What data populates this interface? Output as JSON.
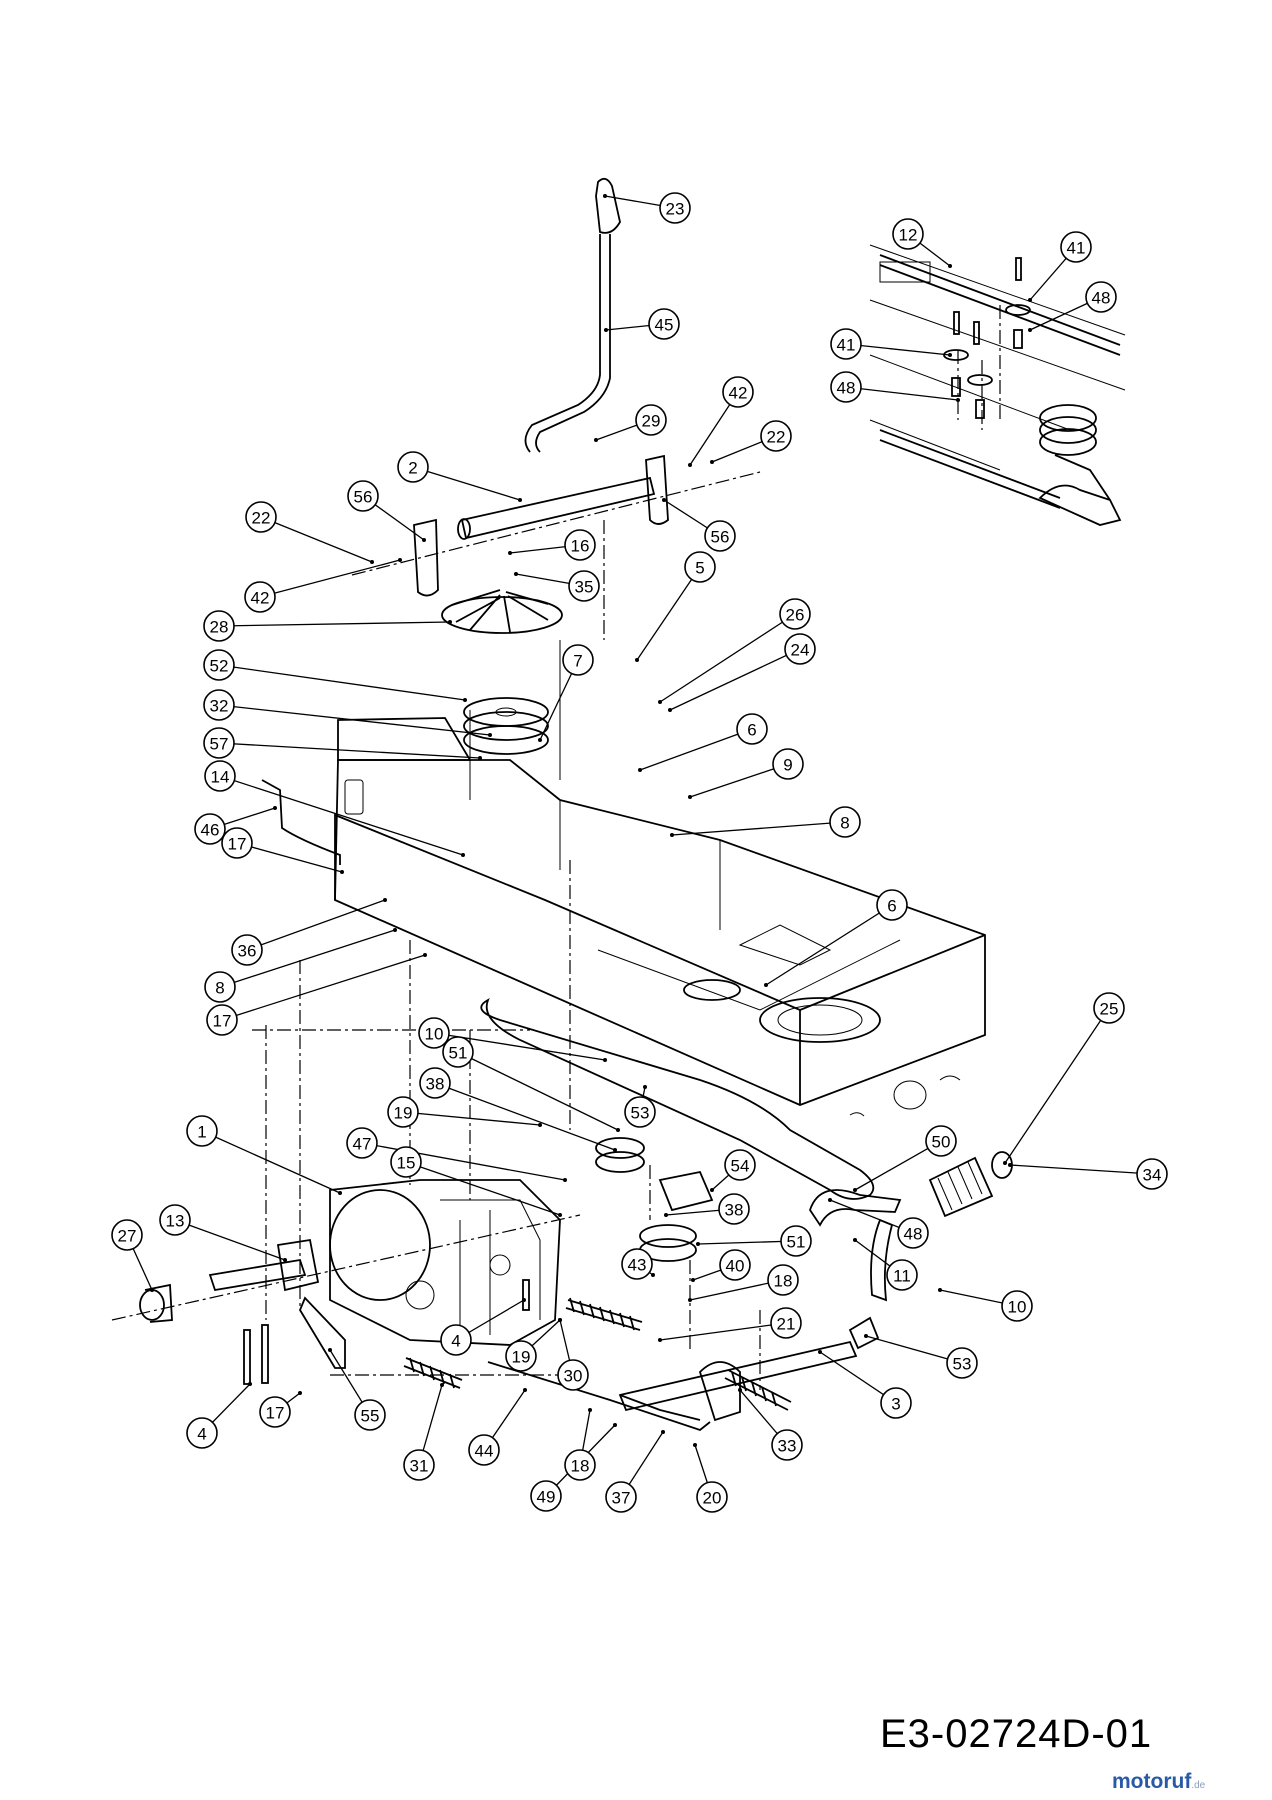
{
  "drawing_code": "E3-02724D-01",
  "watermark": {
    "brand": "motoruf",
    "tld": ".de"
  },
  "callouts": [
    {
      "label": "23"
    },
    {
      "label": "45"
    },
    {
      "label": "29"
    },
    {
      "label": "42"
    },
    {
      "label": "22"
    },
    {
      "label": "2"
    },
    {
      "label": "56"
    },
    {
      "label": "22"
    },
    {
      "label": "42"
    },
    {
      "label": "16"
    },
    {
      "label": "35"
    },
    {
      "label": "56"
    },
    {
      "label": "5"
    },
    {
      "label": "26"
    },
    {
      "label": "28"
    },
    {
      "label": "7"
    },
    {
      "label": "24"
    },
    {
      "label": "52"
    },
    {
      "label": "32"
    },
    {
      "label": "6"
    },
    {
      "label": "57"
    },
    {
      "label": "9"
    },
    {
      "label": "14"
    },
    {
      "label": "8"
    },
    {
      "label": "46"
    },
    {
      "label": "17"
    },
    {
      "label": "36"
    },
    {
      "label": "6"
    },
    {
      "label": "8"
    },
    {
      "label": "17"
    },
    {
      "label": "25"
    },
    {
      "label": "10"
    },
    {
      "label": "51"
    },
    {
      "label": "38"
    },
    {
      "label": "53"
    },
    {
      "label": "19"
    },
    {
      "label": "50"
    },
    {
      "label": "34"
    },
    {
      "label": "1"
    },
    {
      "label": "47"
    },
    {
      "label": "15"
    },
    {
      "label": "54"
    },
    {
      "label": "38"
    },
    {
      "label": "13"
    },
    {
      "label": "48"
    },
    {
      "label": "27"
    },
    {
      "label": "51"
    },
    {
      "label": "43"
    },
    {
      "label": "40"
    },
    {
      "label": "11"
    },
    {
      "label": "18"
    },
    {
      "label": "10"
    },
    {
      "label": "21"
    },
    {
      "label": "4"
    },
    {
      "label": "19"
    },
    {
      "label": "53"
    },
    {
      "label": "30"
    },
    {
      "label": "3"
    },
    {
      "label": "17"
    },
    {
      "label": "55"
    },
    {
      "label": "33"
    },
    {
      "label": "4"
    },
    {
      "label": "31"
    },
    {
      "label": "44"
    },
    {
      "label": "18"
    },
    {
      "label": "49"
    },
    {
      "label": "37"
    },
    {
      "label": "20"
    },
    {
      "label": "12"
    },
    {
      "label": "41"
    },
    {
      "label": "48"
    },
    {
      "label": "41"
    },
    {
      "label": "48"
    }
  ]
}
